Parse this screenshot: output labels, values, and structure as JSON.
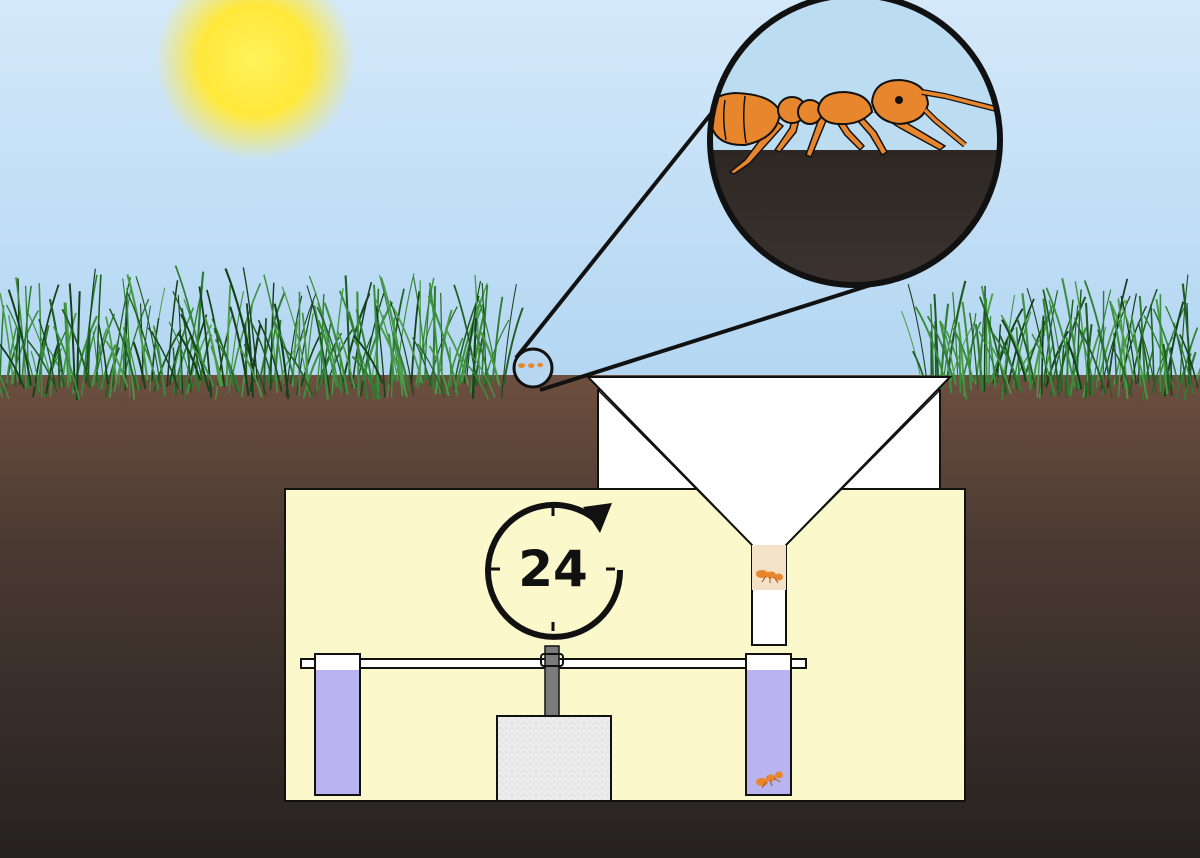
{
  "diagram": {
    "timer": {
      "label": "24",
      "icon": "clockwise-timer-icon"
    },
    "colors": {
      "sky_top": "#cfe6f8",
      "sky_bottom": "#b4d6f1",
      "sun": "#ffe83a",
      "grass": "#2e7d32",
      "soil_top": "#6f5141",
      "soil_bottom": "#2a2523",
      "chamber": "#fbf8cc",
      "vial_liquid": "#b9b4ef",
      "ant": "#e8862e",
      "outline": "#111111"
    },
    "elements": {
      "sun": "sun-icon",
      "magnifier": "magnifier-circle",
      "ant": "ant-icon",
      "funnel": "funnel",
      "vials": "collection-vial",
      "heater": "heater-block"
    }
  }
}
